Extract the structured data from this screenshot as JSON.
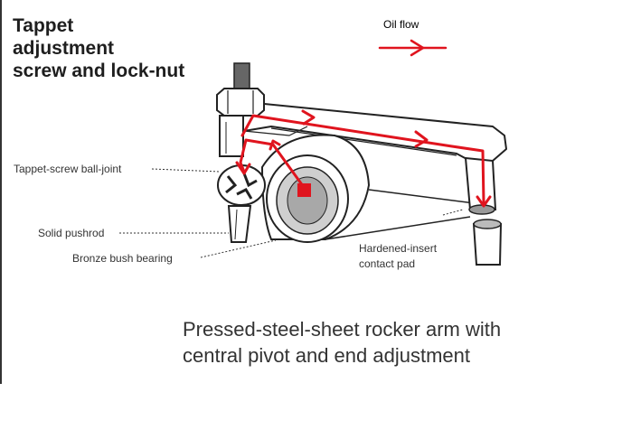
{
  "title_lines": [
    "Tappet",
    "adjustment",
    "screw and lock-nut"
  ],
  "legend": {
    "label": "Oil flow",
    "color": "#e0141e"
  },
  "labels": {
    "ball_joint": "Tappet-screw ball-joint",
    "pushrod": "Solid pushrod",
    "bush": "Bronze bush bearing",
    "pad_line1": "Hardened-insert",
    "pad_line2": "contact pad"
  },
  "caption_lines": [
    "Pressed-steel-sheet rocker arm with",
    "central pivot and end adjustment"
  ]
}
